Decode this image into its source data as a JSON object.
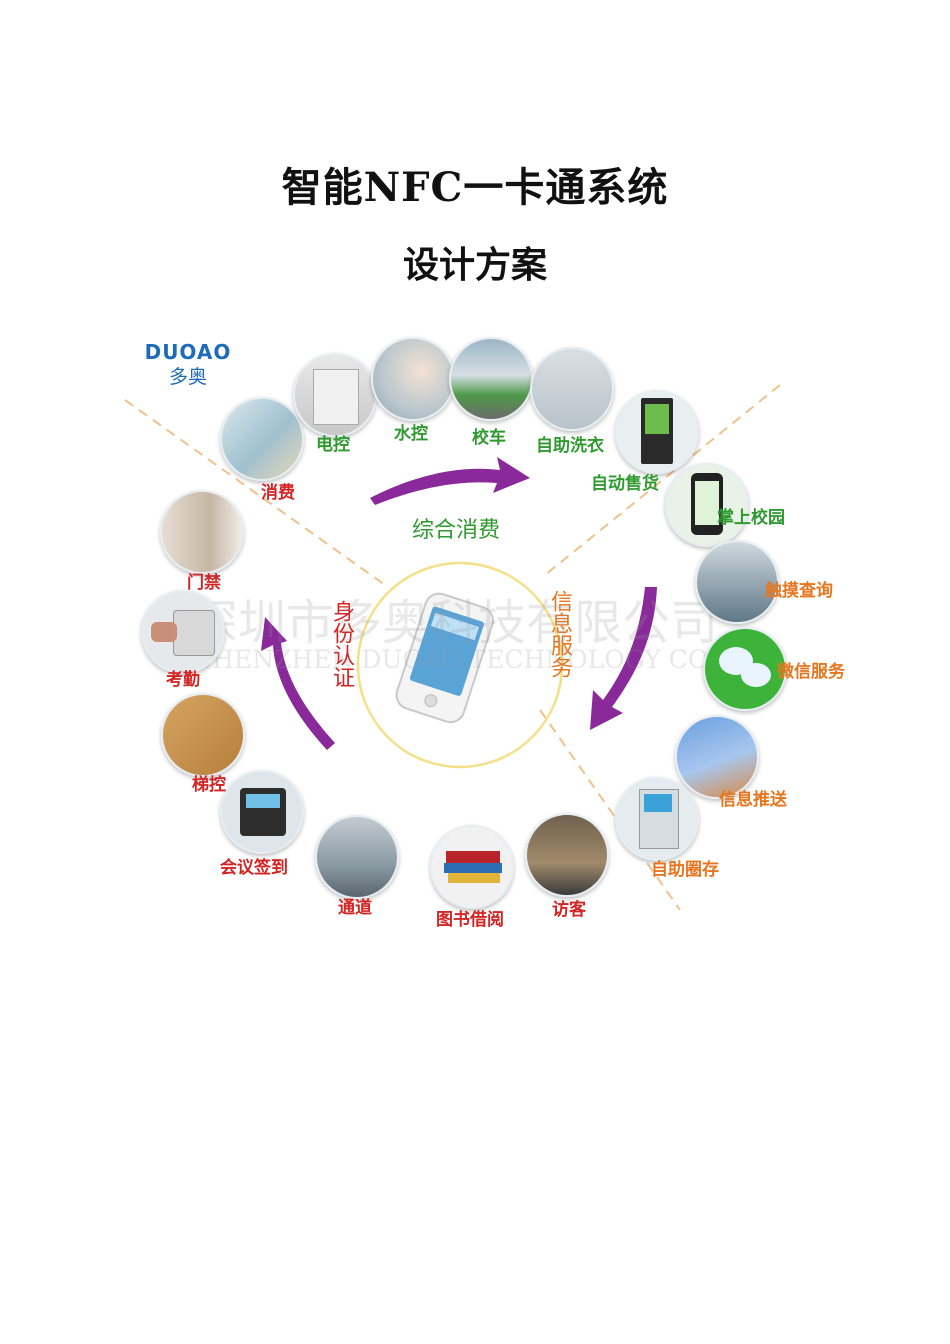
{
  "title": "智能NFC一卡通系统",
  "subtitle": "设计方案",
  "logo": {
    "mark": "DUOAO",
    "name_cn": "多奥"
  },
  "center": {
    "top_text": "综合消费",
    "right_text": "信息服务",
    "left_text": "身份认证"
  },
  "watermark": {
    "line1": "深圳市多奥科技有限公司",
    "line2": "SHENZHEN DUOAO TECHNOLOGY CO.,LTD"
  },
  "nodes": {
    "consume": "消费",
    "power": "电控",
    "water": "水控",
    "bus": "校车",
    "laundry": "自助洗衣",
    "vending": "自动售货",
    "campus": "掌上校园",
    "touch": "触摸查询",
    "wechat": "微信服务",
    "push": "信息推送",
    "deposit": "自助圈存",
    "visitor": "访客",
    "library": "图书借阅",
    "channel": "通道",
    "meeting": "会议签到",
    "elevator": "梯控",
    "attendance": "考勤",
    "door": "门禁"
  },
  "colors": {
    "label_red": "#d42424",
    "label_green": "#2f9a2f",
    "label_orange": "#e8761f",
    "arrow_purple": "#8a2a9a",
    "dash_orange": "#f2c18b",
    "ring_yellow": "#f5e08a"
  }
}
